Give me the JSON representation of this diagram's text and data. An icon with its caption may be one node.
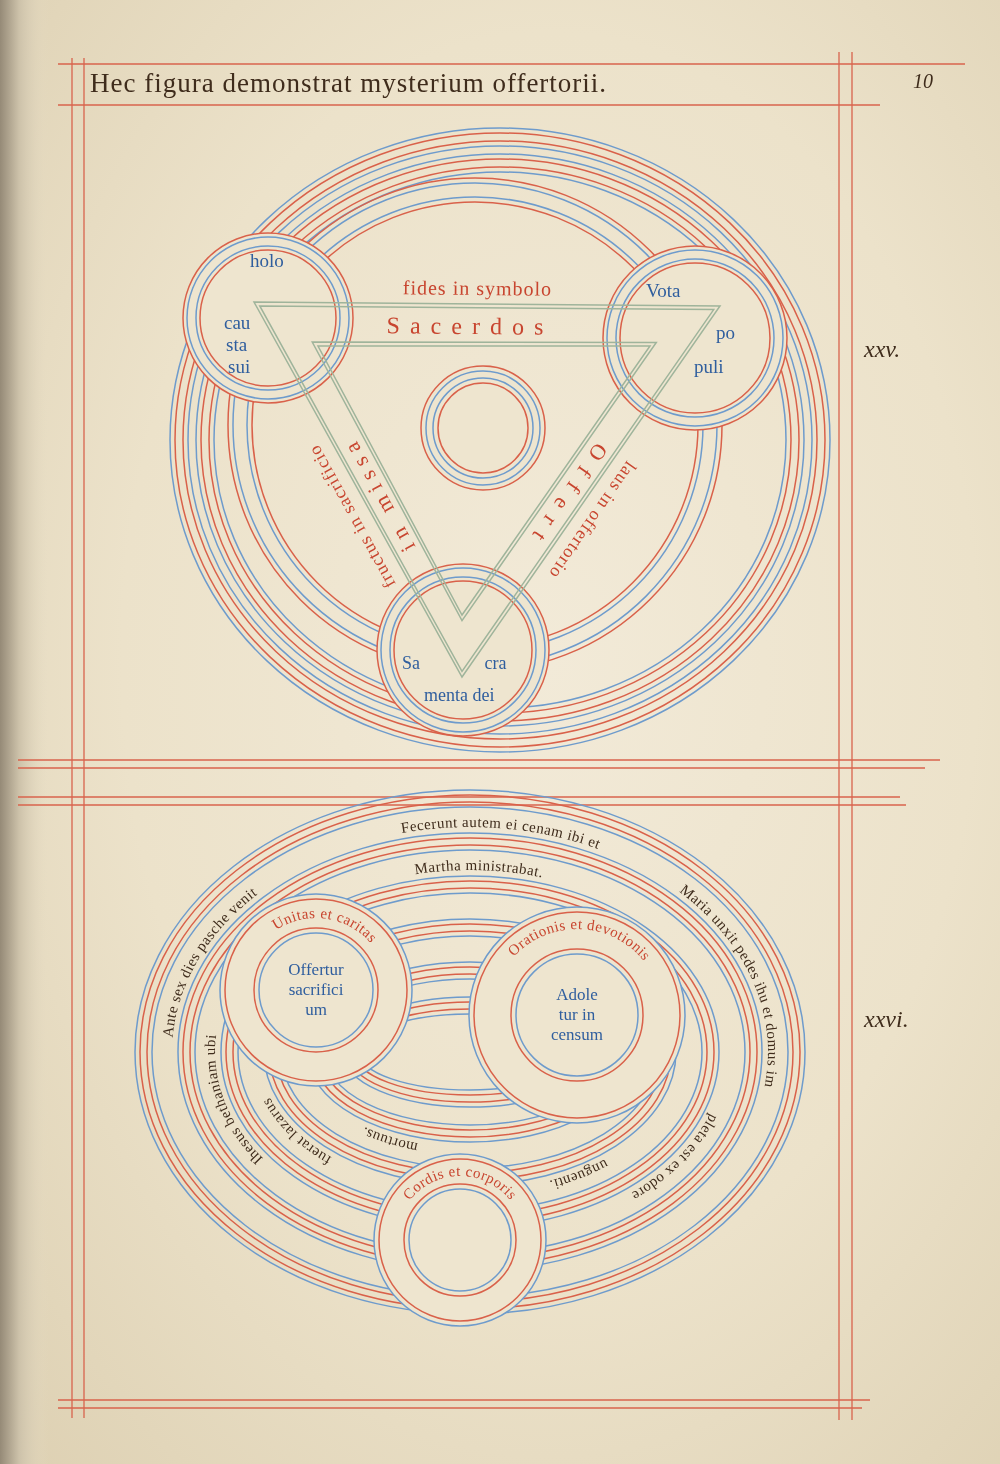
{
  "diagram": {
    "title": "Hec figura demonstrat mysterium offertorii.",
    "nodes": [
      {
        "text": [
          "holo cau sta sui"
        ]
      },
      {
        "text": [
          "Sacerdos",
          "Offert",
          "in missa"
        ],
        "beside": [
          "fides in symbolo",
          "laus in offertorio",
          "fructus in sacrificio"
        ]
      },
      {
        "text": [
          "Vota po puli"
        ]
      },
      {
        "text": [],
        "shape": "circle",
        "in": 1
      },
      {
        "text": [
          "Sa cra menta dei"
        ]
      },
      {
        "text": [
          "Unitas et caritas",
          "Offertur sacrifici um"
        ]
      },
      {
        "text": [
          "Orationis et devotionis",
          "Adole tur in censum"
        ]
      },
      {
        "text": [
          "Cordis et corporis"
        ]
      }
    ],
    "labels": [
      "10",
      "xxv.",
      "Fecerunt autem ei cenam ibi et",
      "Martha ministrabat.",
      "Maria unxit pedes ihu et domus im",
      "pleta est ex odore",
      "unguenti.",
      "xxvi.",
      "Ante sex dies pasche venit",
      "Ihesus bethaniam ubi",
      "fuerat lazarus",
      "mortuus."
    ]
  }
}
